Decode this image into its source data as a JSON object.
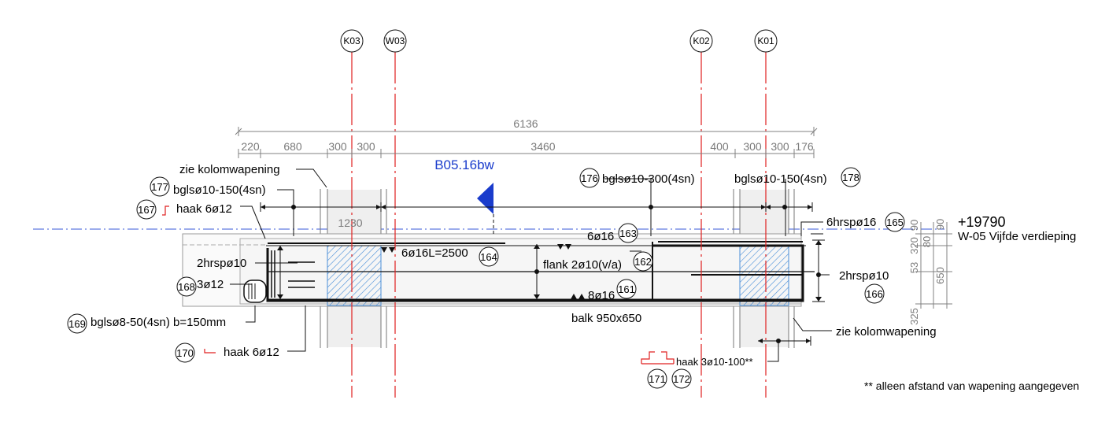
{
  "axes": {
    "k03": "K03",
    "w03": "W03",
    "k02": "K02",
    "k01": "K01"
  },
  "dims": {
    "total": "6136",
    "d220": "220",
    "d680": "680",
    "d300a": "300",
    "d300b": "300",
    "d3460": "3460",
    "d400": "400",
    "d300c": "300",
    "d300d": "300",
    "d176": "176",
    "d1230": "1230",
    "right_90a": "90",
    "right_80": "80",
    "right_90b": "90",
    "right_320": "320",
    "right_53": "53",
    "right_650": "650",
    "right_325": "325"
  },
  "title": "B05.16bw",
  "labels": {
    "zie_kolom_top": "zie kolomwapening",
    "zie_kolom_bottom": "zie kolomwapening",
    "bgls177": "bglsø10-150(4sn)",
    "haak167": "haak 6ø12",
    "bgls176": "bglsø10-300(4sn)",
    "bgls178": "bglsø10-150(4sn)",
    "hrsp165": "6hrspø16",
    "level": "+19790",
    "level_desc": "W-05 Vijfde verdieping",
    "l6o16": "6ø16",
    "l6o16L": "6ø16L=2500",
    "flank": "flank 2ø10(v/a)",
    "hrsp_left": "2hrspø10",
    "l3o12": "3ø12",
    "hrsp_right": "2hrspø10",
    "l8o16": "8ø16",
    "balk": "balk 950x650",
    "bgls169": "bglsø8-50(4sn) b=150mm",
    "haak170": "haak 6ø12",
    "haak171": "haak 3ø10-100**",
    "note": "** alleen afstand van wapening aangegeven"
  },
  "bubbles": {
    "b161": "161",
    "b162": "162",
    "b163": "163",
    "b164": "164",
    "b165": "165",
    "b166": "166",
    "b167": "167",
    "b168": "168",
    "b169": "169",
    "b170": "170",
    "b171": "171",
    "b172": "172",
    "b176": "176",
    "b177": "177",
    "b178": "178"
  },
  "colors": {
    "axis": "#e02020",
    "dim": "#808080",
    "title": "#1a3ccc",
    "hatch": "#4a8fd8",
    "level_line": "#3a5ad8"
  }
}
